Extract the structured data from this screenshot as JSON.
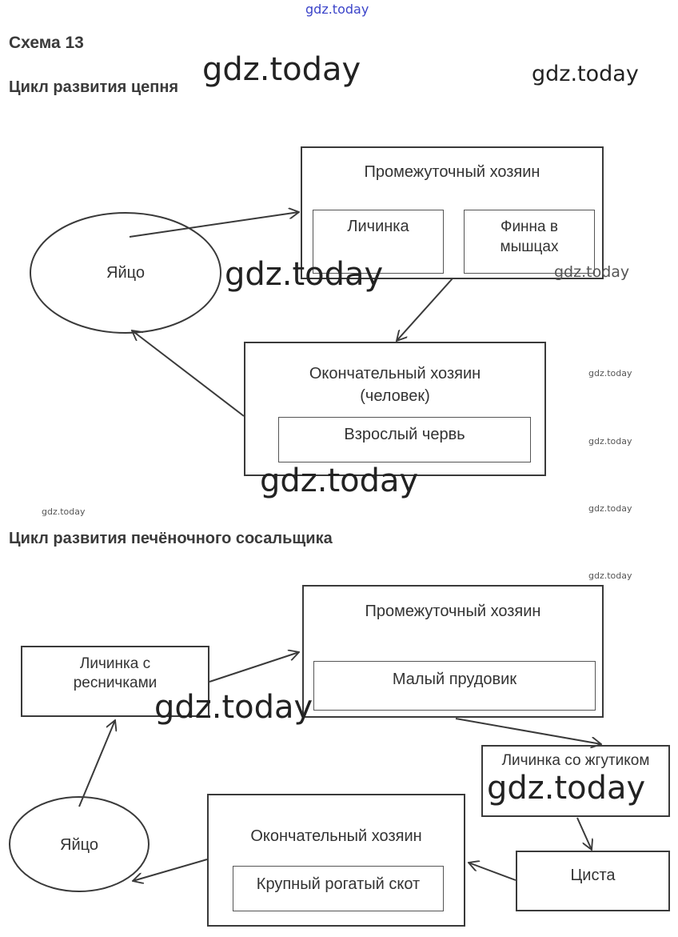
{
  "page": {
    "title": "Схема 13",
    "section1_title": "Цикл развития цепня",
    "section2_title": "Цикл развития печёночного сосальщика"
  },
  "diagram1": {
    "intermediate_host": "Промежуточный хозяин",
    "larva": "Личинка",
    "finna_line1": "Финна в",
    "finna_line2": "мышцах",
    "egg": "Яйцо",
    "final_host_line1": "Окончательный хозяин",
    "final_host_line2": "(человек)",
    "adult_worm": "Взрослый червь"
  },
  "diagram2": {
    "intermediate_host": "Промежуточный хозяин",
    "snail": "Малый прудовик",
    "cilia_larva_line1": "Личинка с",
    "cilia_larva_line2": "ресничками",
    "flagellum_larva": "Личинка со жгутиком",
    "cyst": "Циста",
    "egg": "Яйцо",
    "final_host": "Окончательный хозяин",
    "cattle": "Крупный рогатый скот"
  },
  "watermarks": {
    "text": "gdz.today"
  }
}
